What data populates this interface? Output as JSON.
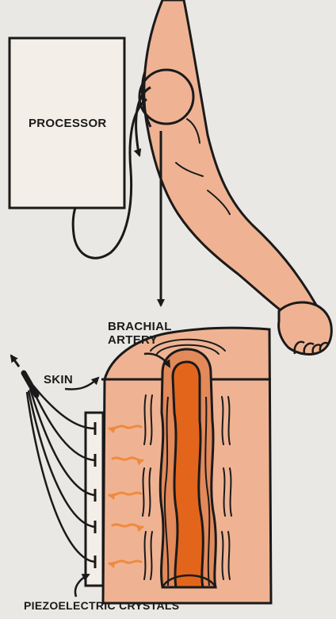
{
  "labels": {
    "processor": "PROCESSOR",
    "brachial_artery_line1": "BRACHIAL",
    "brachial_artery_line2": "ARTERY",
    "skin": "SKIN",
    "piezoelectric_crystals": "PIEZOELECTRIC CRYSTALS"
  },
  "colors": {
    "background": "#eae8e4",
    "skin": "#efb393",
    "artery_outer": "#e3895a",
    "artery_inner": "#e3651b",
    "ultrasound_arrow": "#ef8a3d",
    "ink": "#1a1a1a",
    "device_panel": "#f3eee7"
  },
  "elements": {
    "ultrasound_arrow_count": 5,
    "crystal_count": 5,
    "output_wire_count": 5
  }
}
